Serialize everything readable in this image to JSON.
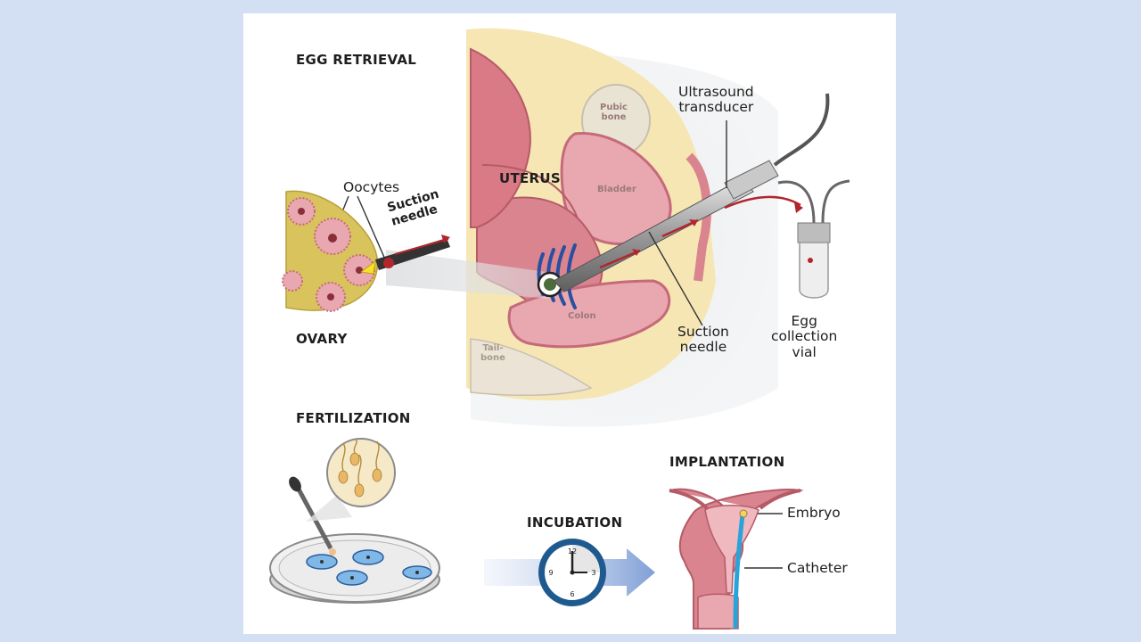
{
  "labels": {
    "egg_retrieval": "EGG RETRIEVAL",
    "uterus": "UTERUS",
    "ovary": "OVARY",
    "oocytes": "Oocytes",
    "suction_needle_small": "Suction\nneedle",
    "ultrasound_transducer": "Ultrasound\ntransducer",
    "suction_needle": "Suction\nneedle",
    "egg_collection_vial": "Egg\ncollection\nvial",
    "pubic_bone": "Pubic\nbone",
    "bladder": "Bladder",
    "colon": "Colon",
    "tailbone": "Tail-\nbone",
    "fertilization": "FERTILIZATION",
    "incubation": "INCUBATION",
    "implantation": "IMPLANTATION",
    "embryo": "Embryo",
    "catheter": "Catheter"
  },
  "clock": {
    "numerals": [
      "12",
      "3",
      "6",
      "9"
    ]
  },
  "colors": {
    "background": "#d3e0f3",
    "panel": "#ffffff",
    "tissue_pink": "#d9848f",
    "flesh": "#f6e6b4",
    "ovary_yellow": "#d9c35c",
    "needle_red": "#b3252d",
    "ultrasound_blue": "#2a4f9e",
    "catheter_blue": "#2aa3d8"
  }
}
